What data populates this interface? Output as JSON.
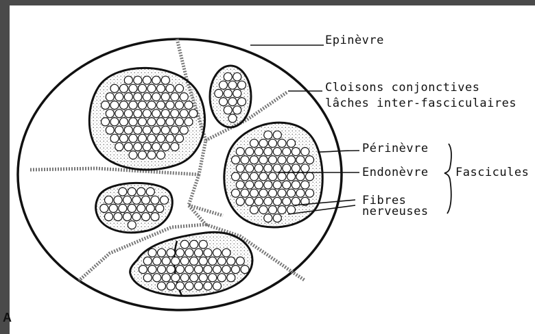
{
  "figure": {
    "corner_letter": "A",
    "labels": {
      "epinevre": "Epinèvre",
      "cloisons_line1": "Cloisons conjonctives",
      "cloisons_line2": "lâches inter-fasciculaires",
      "perinevre": "Périnèvre",
      "endonevre": "Endonèvre",
      "fascicules": "Fascicules",
      "fibres_line1": "Fibres",
      "fibres_line2": "nerveuses"
    },
    "colors": {
      "ink": "#111111",
      "paper": "#ffffff",
      "background": "#4a4a4a"
    }
  }
}
